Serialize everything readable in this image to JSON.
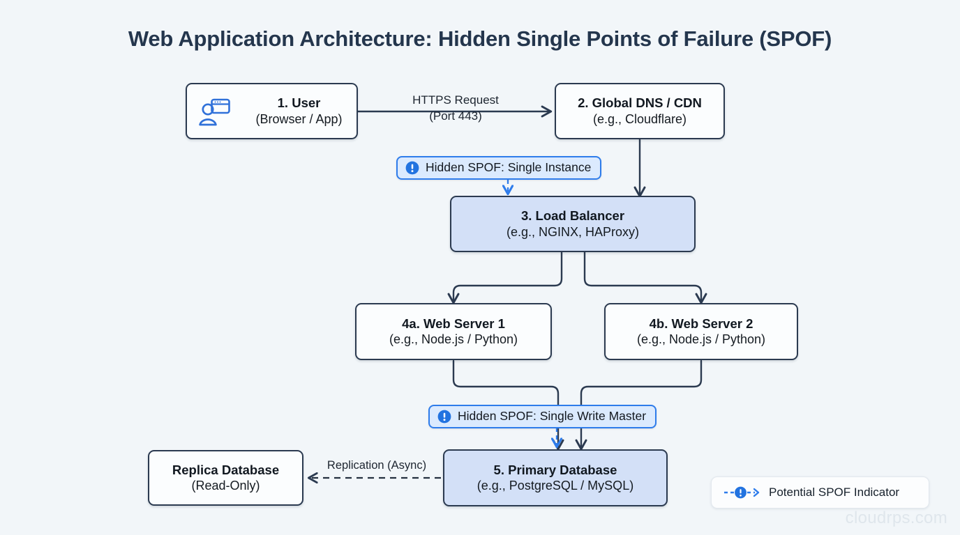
{
  "page": {
    "title": "Web Application Architecture: Hidden Single Points of Failure (SPOF)",
    "background_color": "#f2f6f9",
    "watermark": "cloudrps.com"
  },
  "colors": {
    "node_border": "#2b3a50",
    "node_fill": "#fbfdfe",
    "highlight_fill": "#d3e0f7",
    "accent_blue": "#2e7ceb",
    "badge_fill": "#dbeafe",
    "title_color": "#24364d"
  },
  "nodes": [
    {
      "id": "user",
      "icon": "user-browser-icon",
      "line1": "1. User",
      "line2": "(Browser / App)",
      "highlighted": false
    },
    {
      "id": "dns",
      "line1": "2. Global DNS / CDN",
      "line2": "(e.g., Cloudflare)",
      "highlighted": false
    },
    {
      "id": "load_balancer",
      "line1": "3. Load Balancer",
      "line2": "(e.g., NGINX, HAProxy)",
      "highlighted": true
    },
    {
      "id": "web_server_1",
      "line1": "4a. Web Server 1",
      "line2": "(e.g., Node.js / Python)",
      "highlighted": false
    },
    {
      "id": "web_server_2",
      "line1": "4b. Web Server 2",
      "line2": "(e.g., Node.js / Python)",
      "highlighted": false
    },
    {
      "id": "primary_db",
      "line1": "5. Primary Database",
      "line2": "(e.g., PostgreSQL / MySQL)",
      "highlighted": true
    },
    {
      "id": "replica_db",
      "line1": "Replica Database",
      "line2": "(Read-Only)",
      "highlighted": false
    }
  ],
  "edges": [
    {
      "id": "user_to_dns",
      "from": "user",
      "to": "dns",
      "label_line1": "HTTPS Request",
      "label_line2": "(Port 443)",
      "style": "solid"
    },
    {
      "id": "dns_to_lb",
      "from": "dns",
      "to": "load_balancer",
      "label_line1": "",
      "label_line2": "",
      "style": "solid"
    },
    {
      "id": "lb_to_ws1",
      "from": "load_balancer",
      "to": "web_server_1",
      "label_line1": "",
      "label_line2": "",
      "style": "solid"
    },
    {
      "id": "lb_to_ws2",
      "from": "load_balancer",
      "to": "web_server_2",
      "label_line1": "",
      "label_line2": "",
      "style": "solid"
    },
    {
      "id": "ws1_to_db",
      "from": "web_server_1",
      "to": "primary_db",
      "label_line1": "",
      "label_line2": "",
      "style": "solid"
    },
    {
      "id": "ws2_to_db",
      "from": "web_server_2",
      "to": "primary_db",
      "label_line1": "",
      "label_line2": "",
      "style": "solid"
    },
    {
      "id": "db_to_replica",
      "from": "primary_db",
      "to": "replica_db",
      "label_line1": "Replication (Async)",
      "label_line2": "",
      "style": "dashed"
    }
  ],
  "spof_badges": [
    {
      "id": "spof_lb",
      "icon": "exclamation-circle-icon",
      "label": "Hidden SPOF: Single Instance",
      "target": "load_balancer"
    },
    {
      "id": "spof_db",
      "icon": "exclamation-circle-icon",
      "label": "Hidden SPOF: Single Write Master",
      "target": "primary_db"
    }
  ],
  "legend": {
    "glyph": "dashed-exclamation-arrow-icon",
    "label": "Potential SPOF Indicator"
  }
}
